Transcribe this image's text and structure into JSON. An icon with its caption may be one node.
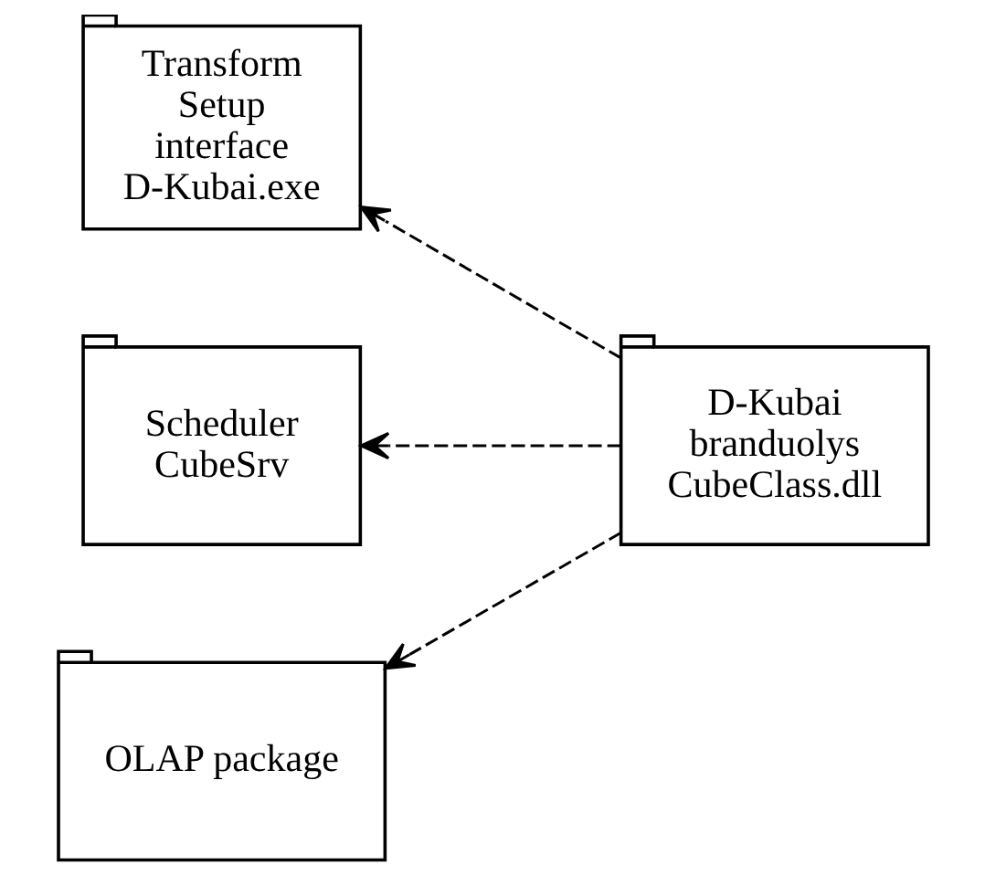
{
  "diagram": {
    "nodes": [
      {
        "text": [
          "Transform Setup interface D-Kubai.exe"
        ]
      },
      {
        "text": [
          "D-Kubai branduolys CubeClass.dll"
        ]
      },
      {
        "text": [
          "Scheduler CubeSrv"
        ]
      },
      {
        "text": [
          "OLAP package"
        ]
      }
    ],
    "edges": [
      {
        "from": 1,
        "to": 0,
        "arrow": "to",
        "style": "dashed"
      },
      {
        "from": 1,
        "to": 2,
        "arrow": "to",
        "style": "dashed"
      },
      {
        "from": 1,
        "to": 3,
        "arrow": "to",
        "style": "dashed"
      }
    ]
  }
}
